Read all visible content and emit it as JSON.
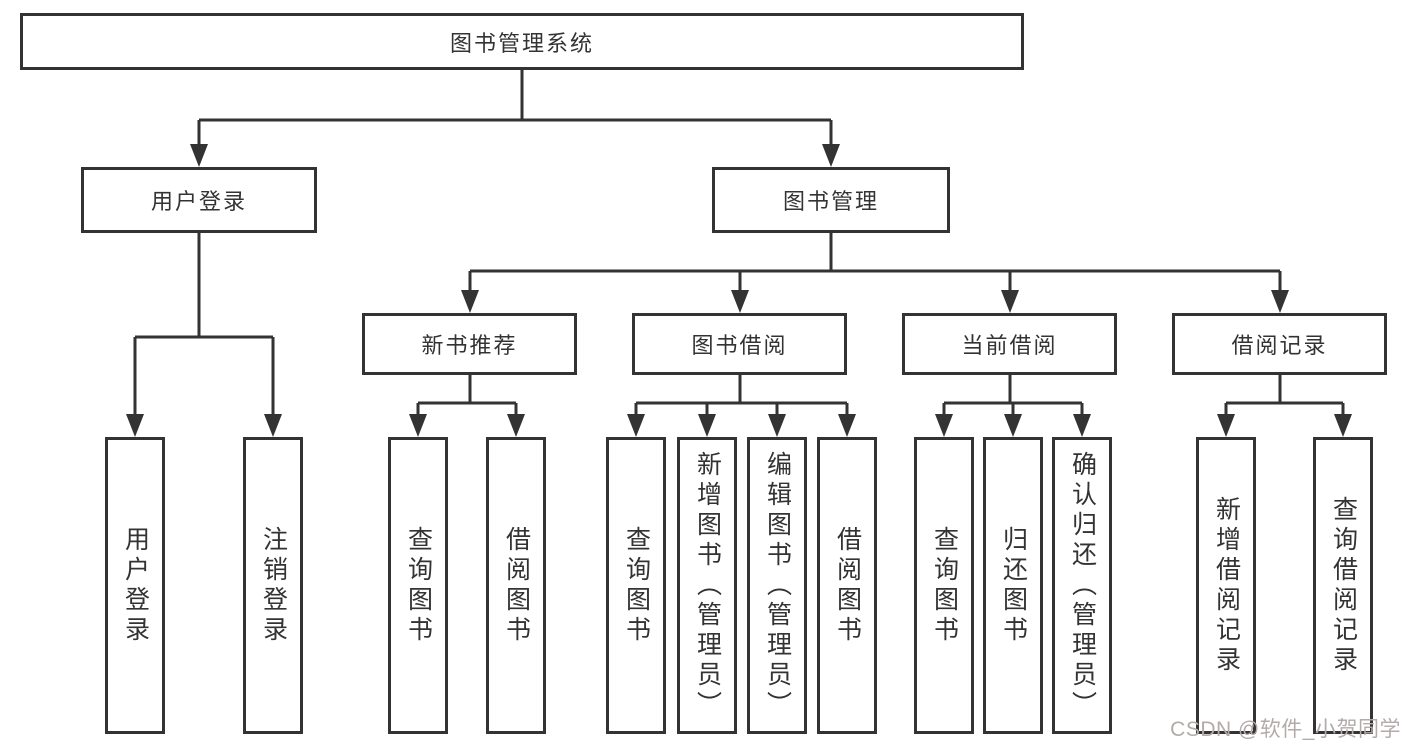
{
  "tree": {
    "root": {
      "label": "图书管理系统"
    },
    "branches": [
      {
        "label": "用户登录",
        "children": [
          {
            "label": "用户登录"
          },
          {
            "label": "注销登录"
          }
        ]
      },
      {
        "label": "图书管理",
        "children": [
          {
            "label": "新书推荐",
            "children": [
              {
                "label": "查询图书"
              },
              {
                "label": "借阅图书"
              }
            ]
          },
          {
            "label": "图书借阅",
            "children": [
              {
                "label": "查询图书"
              },
              {
                "label": "新增图书（管理员）"
              },
              {
                "label": "编辑图书（管理员）"
              },
              {
                "label": "借阅图书"
              }
            ]
          },
          {
            "label": "当前借阅",
            "children": [
              {
                "label": "查询图书"
              },
              {
                "label": "归还图书"
              },
              {
                "label": "确认归还（管理员）"
              }
            ]
          },
          {
            "label": "借阅记录",
            "children": [
              {
                "label": "新增借阅记录"
              },
              {
                "label": "查询借阅记录"
              }
            ]
          }
        ]
      }
    ]
  },
  "watermark": {
    "text": "CSDN @软件_小贺同学",
    "color": "#b3aaaa"
  },
  "colors": {
    "background": "#ffffff",
    "line": "#333333",
    "box_border": "#333333",
    "text": "#333333"
  }
}
